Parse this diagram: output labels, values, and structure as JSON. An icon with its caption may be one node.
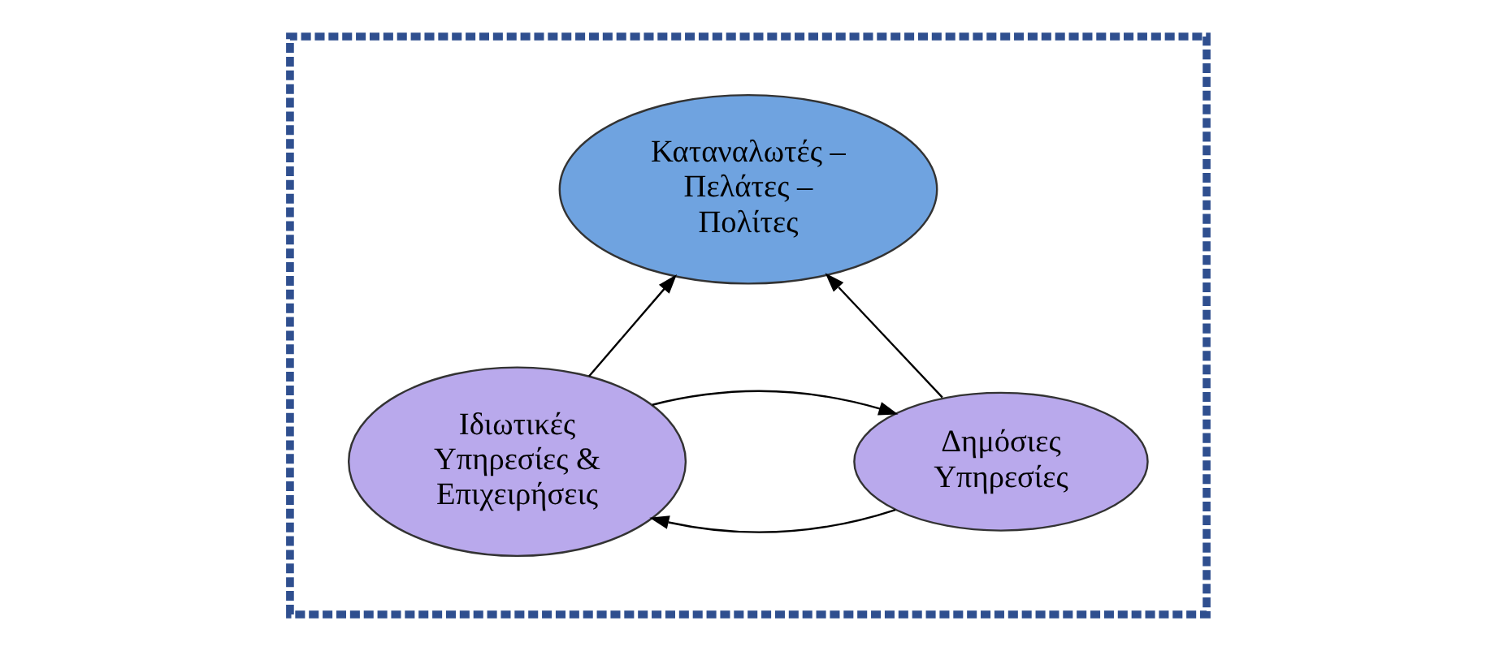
{
  "diagram": {
    "nodes": [
      {
        "text": [],
        "shape": "box"
      },
      {
        "text": [
          "Καταναλωτές – Πελάτες – Πολίτες"
        ],
        "in": 0
      },
      {
        "text": [
          "Δημόσιες Υπηρεσίες"
        ],
        "in": 0
      },
      {
        "text": [
          "Ιδιωτικές Υπηρεσίες & Επιχειρήσεις"
        ],
        "in": 0
      }
    ],
    "edges": [
      {
        "from": 2,
        "to": 1,
        "arrow": "to"
      },
      {
        "from": 3,
        "to": 1,
        "arrow": "to"
      },
      {
        "from": 3,
        "to": 2,
        "arrow": "to"
      },
      {
        "from": 2,
        "to": 3,
        "arrow": "to"
      }
    ]
  }
}
